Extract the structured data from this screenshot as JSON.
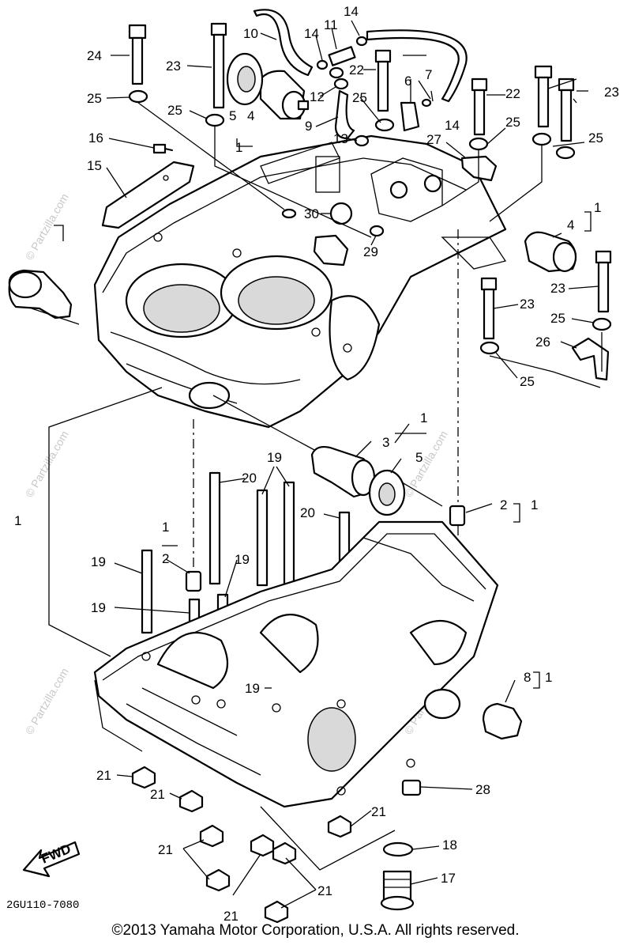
{
  "diagram": {
    "code": "2GU110-7080",
    "fwd_label": "FWD",
    "watermark": "© Partzilla.com",
    "callouts": [
      "1",
      "2",
      "3",
      "4",
      "5",
      "6",
      "7",
      "8",
      "9",
      "10",
      "11",
      "12",
      "13",
      "14",
      "15",
      "16",
      "17",
      "18",
      "19",
      "20",
      "21",
      "22",
      "23",
      "24",
      "25",
      "26",
      "27",
      "28",
      "29",
      "30"
    ]
  },
  "footer": {
    "copyright": "©2013 Yamaha Motor Corporation, U.S.A. All rights reserved."
  }
}
